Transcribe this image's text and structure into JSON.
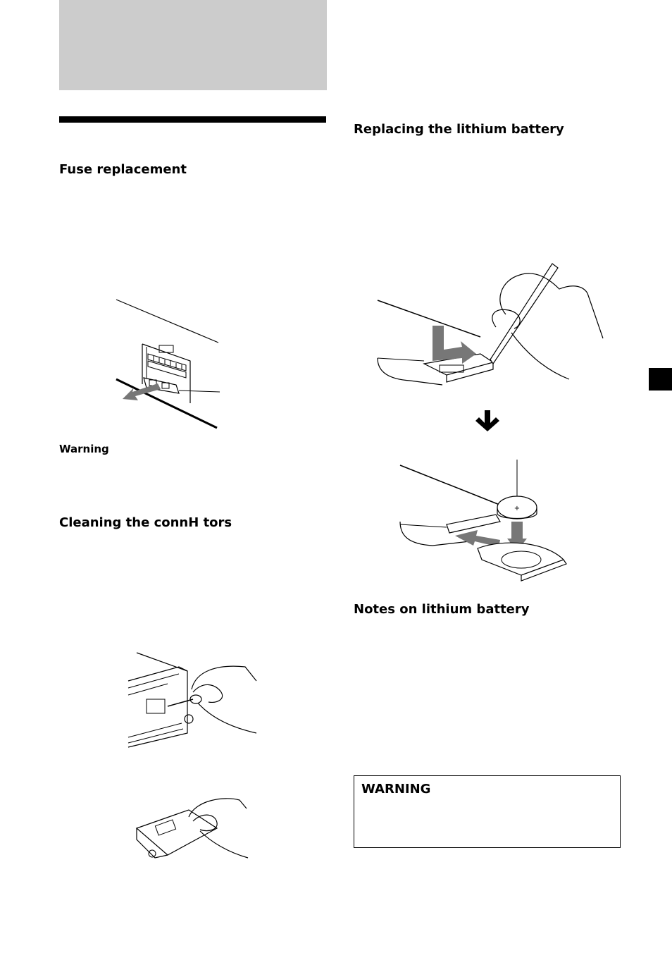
{
  "left_column": {
    "fuse_heading": "Fuse replacement",
    "warning_label": "Warning",
    "cleaning_heading": "Cleaning the connH tors"
  },
  "right_column": {
    "battery_heading": "Replacing the lithium battery",
    "notes_heading": "Notes on lithium battery",
    "warning_box_title": "WARNING"
  },
  "icons": {
    "down_arrow": "down-arrow-icon"
  }
}
